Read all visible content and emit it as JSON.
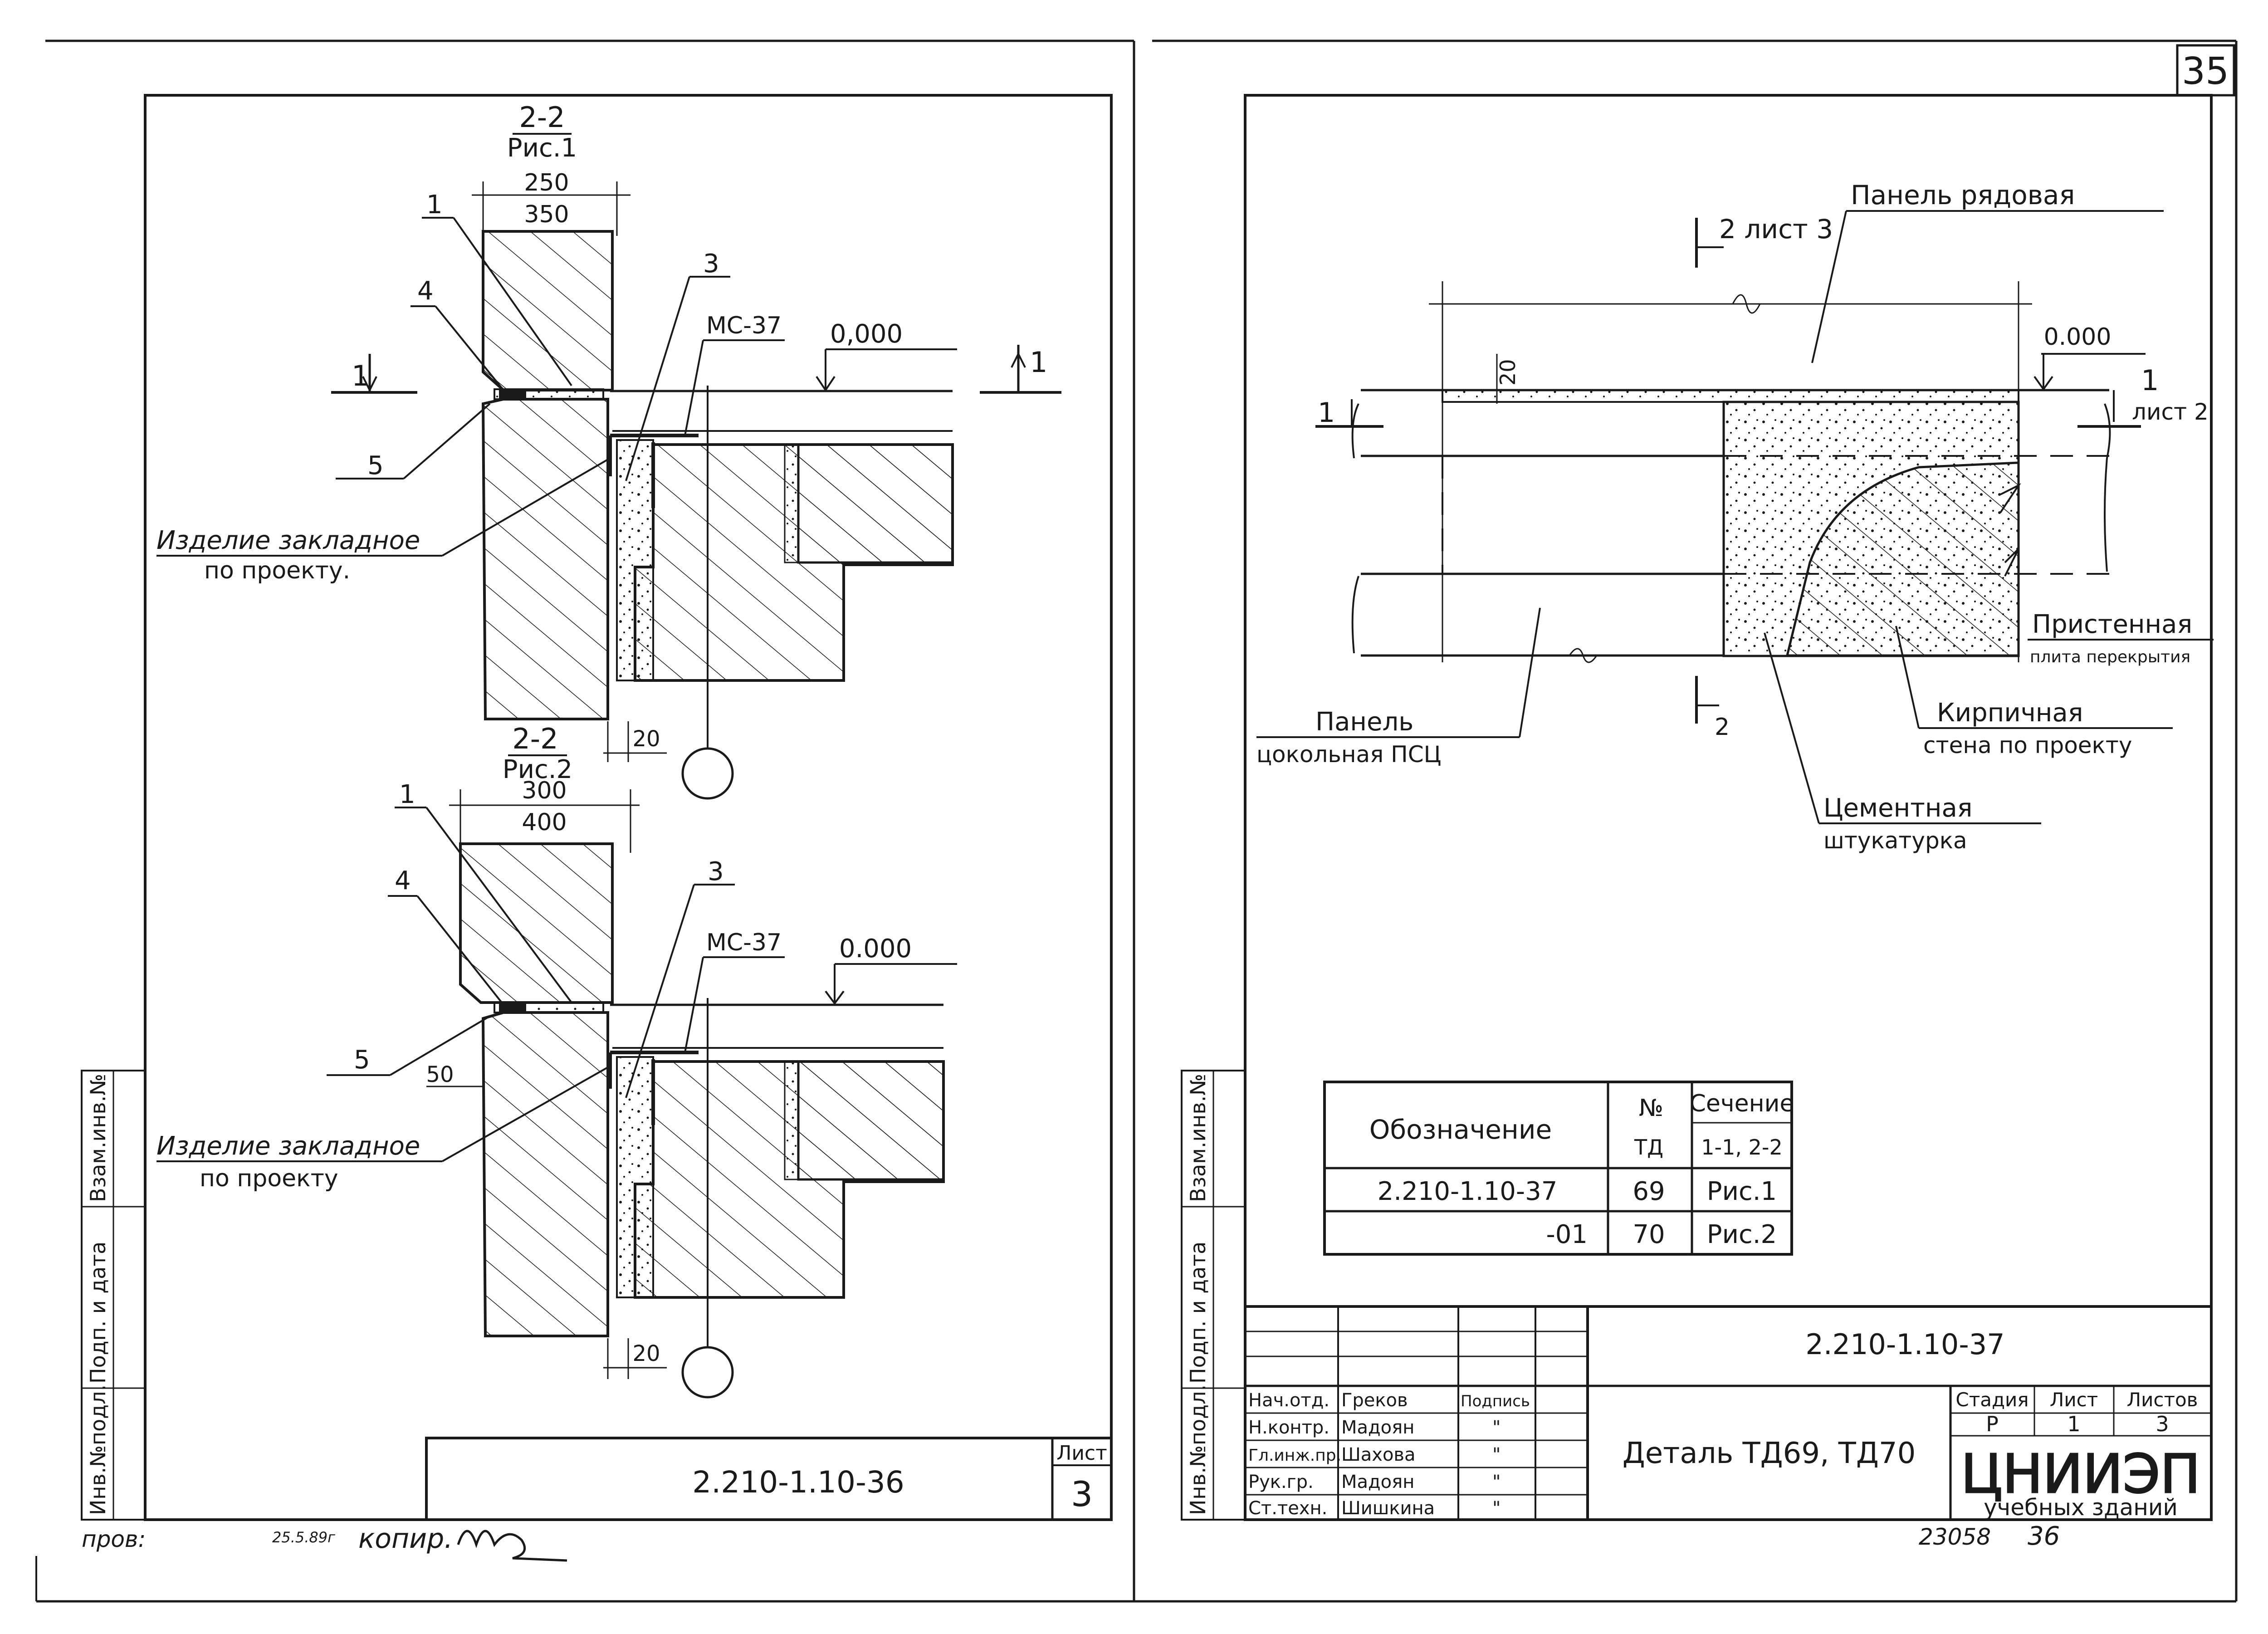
{
  "page_number": "35",
  "left": {
    "detail1": {
      "section_label": "2-2",
      "fig_label": "Рис.1",
      "dim_top": "250",
      "dim_bottom": "350",
      "callout_1": "1",
      "callout_3": "3",
      "callout_4": "4",
      "callout_5": "5",
      "mc_label": "МС-37",
      "level": "0,000",
      "cut_left": "1",
      "cut_right": "1",
      "embed_label_1": "Изделие закладное",
      "embed_label_2": "по проекту.",
      "dim_gap": "20"
    },
    "detail2": {
      "section_label": "2-2",
      "fig_label": "Рис.2",
      "dim_top": "300",
      "dim_bottom": "400",
      "callout_1": "1",
      "callout_3": "3",
      "callout_4": "4",
      "callout_5": "5",
      "mc_label": "МС-37",
      "level": "0.000",
      "dim_50": "50",
      "embed_label_1": "Изделие закладное",
      "embed_label_2": "по проекту",
      "dim_gap": "20"
    },
    "side_stamp": [
      "Инв.№подл.",
      "Подп. и дата",
      "Взам.инв.№"
    ],
    "stamp": {
      "code": "2.210-1.10-36",
      "sheet_label": "Лист",
      "sheet_number": "3"
    },
    "footer_note": "пров:",
    "footer_small": "25.5.89г",
    "footer_name": "копир."
  },
  "right": {
    "plan": {
      "panel_row": "Панель рядовая",
      "section_top": "2 лист 3",
      "section_bottom": "2",
      "level": "0.000",
      "cut_left": "1",
      "cut_right_num": "1",
      "cut_right_sheet": "лист 2",
      "dim_20": "20",
      "wall_plate_1": "Пристенная",
      "wall_plate_2": "плита перекрытия",
      "brick_1": "Кирпичная",
      "brick_2": "стена по проекту",
      "plinth_1": "Панель",
      "plinth_2": "цокольная ПСЦ",
      "cement_1": "Цементная",
      "cement_2": "штукатурка"
    },
    "table": {
      "header_designation": "Обозначение",
      "header_no_1": "№",
      "header_no_2": "ТД",
      "header_section_1": "Сечение",
      "header_section_2": "1-1, 2-2",
      "rows": [
        {
          "designation": "2.210-1.10-37",
          "no": "69",
          "section": "Рис.1"
        },
        {
          "designation": "-01",
          "no": "70",
          "section": "Рис.2"
        }
      ]
    },
    "side_stamp": [
      "Инв.№подл.",
      "Подп. и дата",
      "Взам.инв.№"
    ],
    "title_block": {
      "code": "2.210-1.10-37",
      "title": "Деталь ТД69, ТД70",
      "stage_label": "Стадия",
      "sheet_label": "Лист",
      "sheets_label": "Листов",
      "stage": "Р",
      "sheet": "1",
      "sheets": "3",
      "org_1": "ЦНИИЭП",
      "org_2": "учебных зданий",
      "people": [
        {
          "role": "Нач.отд.",
          "name": "Греков",
          "sign": "Подпись"
        },
        {
          "role": "Н.контр.",
          "name": "Мадоян",
          "sign": "\""
        },
        {
          "role": "Гл.инж.пр.",
          "name": "Шахова",
          "sign": "\""
        },
        {
          "role": "Рук.гр.",
          "name": "Мадоян",
          "sign": "\""
        },
        {
          "role": "Ст.техн.",
          "name": "Шишкина",
          "sign": "\""
        }
      ]
    },
    "footer_left": "23058",
    "footer_right": "36"
  }
}
